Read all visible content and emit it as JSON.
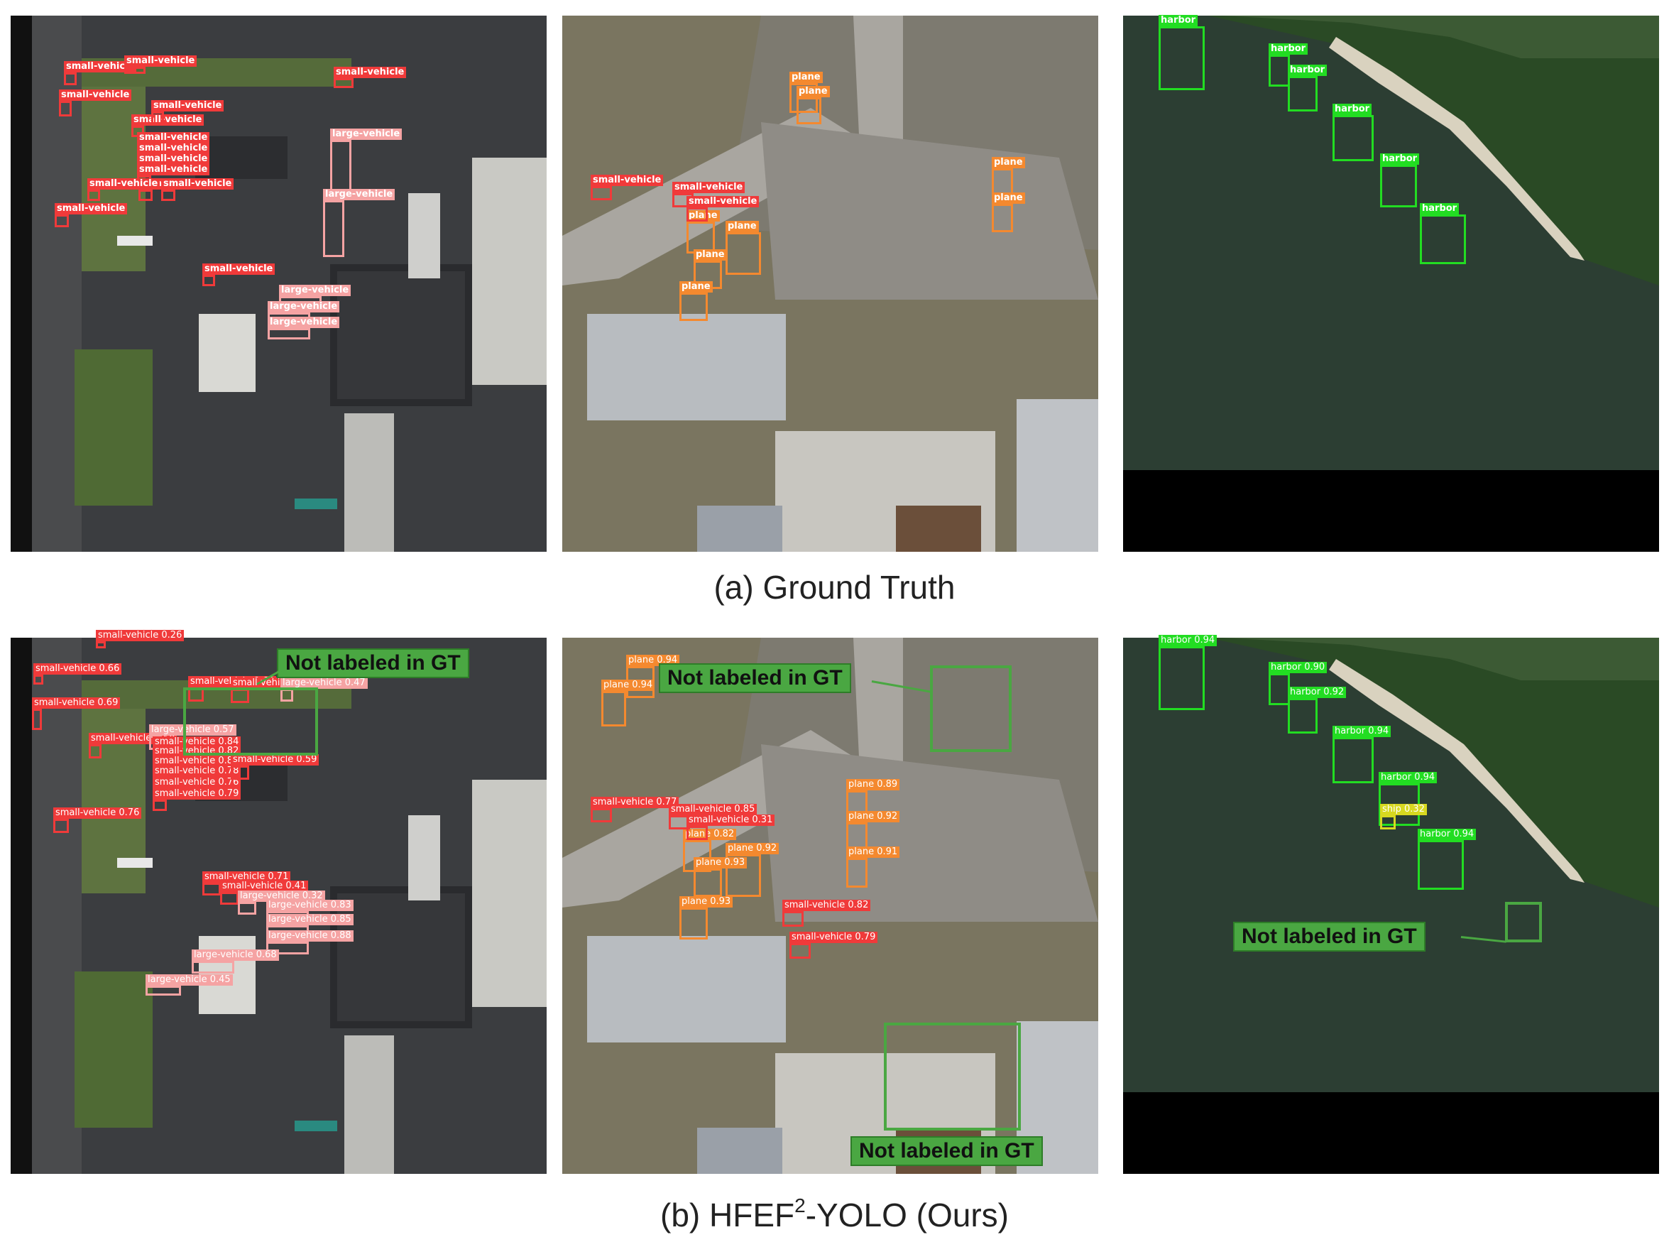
{
  "captions": {
    "top": "(a) Ground Truth",
    "bottom_prefix": "(b) HFEF",
    "bottom_sup": "2",
    "bottom_suffix": "-YOLO (Ours)"
  },
  "annotation_text": "Not labeled in GT",
  "colors": {
    "small_vehicle": "#f03a3a",
    "large_vehicle": "#f5a3a3",
    "plane": "#f4892f",
    "harbor": "#22dd22",
    "ship": "#d8d820",
    "annotation": "#4aa742"
  },
  "panels": {
    "gt_parking": {
      "labels": [
        "small-vehicle",
        "small-vehicle",
        "small-vehicle",
        "small-vehicle",
        "small-vehicle",
        "small-vehicle",
        "small-vehicle",
        "small-vehicle",
        "small-vehicle",
        "small-vehicle",
        "small-vehicle",
        "small-vehicle",
        "small-vehicle",
        "small-vehicle",
        "small-vehicle",
        "large-vehicle",
        "large-vehicle",
        "large-vehicle",
        "large-vehicle",
        "large-vehicle"
      ]
    },
    "gt_airport": {
      "labels": [
        "plane",
        "plane",
        "plane",
        "plane",
        "plane",
        "plane",
        "plane",
        "plane",
        "small-vehicle",
        "small-vehicle",
        "small-vehicle"
      ]
    },
    "gt_harbor": {
      "labels": [
        "harbor",
        "harbor",
        "harbor",
        "harbor",
        "harbor",
        "harbor"
      ]
    },
    "pred_parking": {
      "labels": [
        "small-vehicle 0.26",
        "small-vehicle 0.66",
        "small-vehicle 0.60",
        "small-vehicle 0.51",
        "large-vehicle 0.47",
        "small-vehicle 0.69",
        "small-vehicle 0.58",
        "large-vehicle 0.57",
        "small-vehicle 0.84",
        "small-vehicle 0.82",
        "small-vehicle 0.83",
        "small-vehicle 0.78",
        "small-vehicle 0.76",
        "small-vehicle 0.79",
        "small-vehicle 0.59",
        "small-vehicle 0.76",
        "small-vehicle 0.71",
        "small-vehicle 0.41",
        "large-vehicle 0.32",
        "large-vehicle 0.83",
        "large-vehicle 0.85",
        "large-vehicle 0.88",
        "large-vehicle 0.68",
        "large-vehicle 0.45"
      ]
    },
    "pred_airport": {
      "labels": [
        "plane 0.94",
        "plane 0.94",
        "plane 0.89",
        "plane 0.92",
        "plane 0.91",
        "plane 0.82",
        "plane 0.92",
        "plane 0.93",
        "plane 0.93",
        "small-vehicle 0.77",
        "small-vehicle 0.85",
        "small-vehicle 0.31",
        "small-vehicle 0.82",
        "small-vehicle 0.79"
      ]
    },
    "pred_harbor": {
      "labels": [
        "harbor 0.94",
        "harbor 0.90",
        "harbor 0.92",
        "harbor 0.94",
        "harbor 0.94",
        "harbor 0.94",
        "ship 0.32"
      ]
    }
  }
}
